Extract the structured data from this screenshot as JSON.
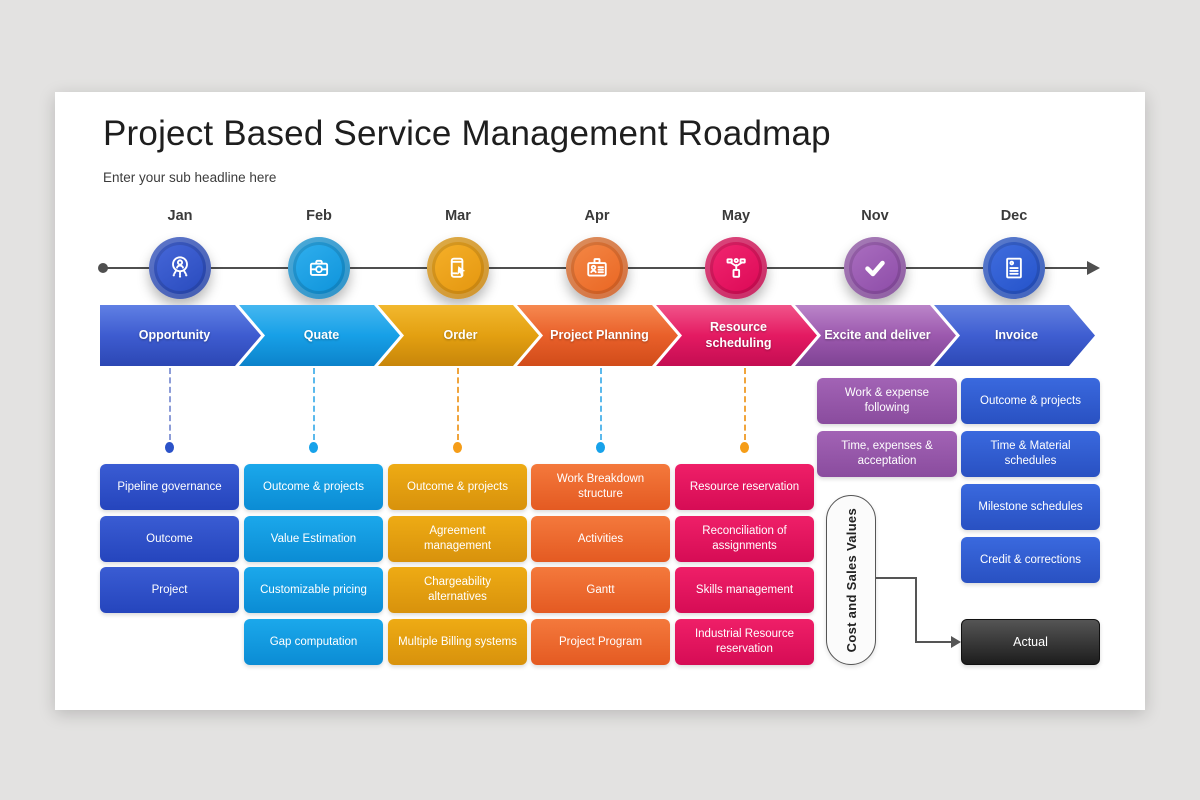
{
  "slide": {
    "title": "Project Based Service Management Roadmap",
    "subtitle": "Enter your sub headline here"
  },
  "timeline": {
    "months": [
      {
        "label": "Jan",
        "icon": "user-network-icon",
        "color": "#2f55ca"
      },
      {
        "label": "Feb",
        "icon": "toolbox-icon",
        "color": "#12a3ea"
      },
      {
        "label": "Mar",
        "icon": "phone-order-icon",
        "color": "#f3a51b"
      },
      {
        "label": "Apr",
        "icon": "id-card-icon",
        "color": "#f1742f"
      },
      {
        "label": "May",
        "icon": "broadcast-icon",
        "color": "#ee0f63"
      },
      {
        "label": "Nov",
        "icon": "check-icon",
        "color": "#9c5cb8"
      },
      {
        "label": "Dec",
        "icon": "document-icon",
        "color": "#2e62d9"
      }
    ]
  },
  "stages": [
    {
      "label": "Opportunity",
      "color": "#3e5cd0"
    },
    {
      "label": "Quate",
      "color": "#17a0e7"
    },
    {
      "label": "Order",
      "color": "#e3a011"
    },
    {
      "label": "Project Planning",
      "color": "#e9602a"
    },
    {
      "label": "Resource scheduling",
      "color": "#e41a62"
    },
    {
      "label": "Excite and deliver",
      "color": "#9c59ae"
    },
    {
      "label": "Invoice",
      "color": "#3f5ed1"
    }
  ],
  "connectors": [
    {
      "line": "#8c9cd8",
      "dot": "#2b52c8"
    },
    {
      "line": "#5bb9ec",
      "dot": "#17a2ea"
    },
    {
      "line": "#f0a43c",
      "dot": "#f59d18"
    },
    {
      "line": "#5bb9ec",
      "dot": "#17a2ea"
    },
    {
      "line": "#f0a43c",
      "dot": "#f59d18"
    }
  ],
  "columns": [
    {
      "color": "#2c4fc6",
      "items": [
        "Pipeline governance",
        "Outcome",
        "Project"
      ]
    },
    {
      "color": "#0d9ce2",
      "items": [
        "Outcome & projects",
        "Value Estimation",
        "Customizable pricing",
        "Gap computation"
      ]
    },
    {
      "color": "#e29c0e",
      "items": [
        "Outcome & projects",
        "Agreement management",
        "Chargeability alternatives",
        "Multiple Billing systems"
      ]
    },
    {
      "color": "#ee6a2c",
      "items": [
        "Work Breakdown structure",
        "Activities",
        "Gantt",
        "Project Program"
      ]
    },
    {
      "color": "#e5135e",
      "items": [
        "Resource reservation",
        "Reconciliation of assignments",
        "Skills management",
        "Industrial Resource reservation"
      ]
    }
  ],
  "right_panel": {
    "purple_color": "#9558a9",
    "blue_color": "#2e60d8",
    "purple_items": [
      "Work & expense following",
      "Time, expenses & acceptation"
    ],
    "blue_items": [
      "Outcome & projects",
      "Time & Material schedules",
      "Milestone schedules",
      "Credit & corrections"
    ],
    "pill_label": "Cost and Sales Values",
    "actual_label": "Actual",
    "actual_color": "#333333"
  }
}
